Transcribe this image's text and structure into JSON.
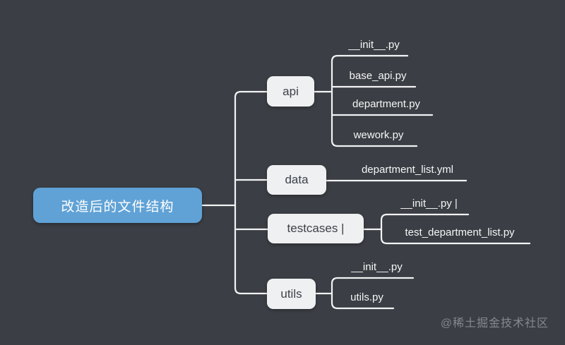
{
  "canvas": {
    "background": "#3b3e44",
    "line_color": "#f2f3f4"
  },
  "root": {
    "label": "改造后的文件结构",
    "color": "#60a2d6"
  },
  "branches": [
    {
      "label": "api",
      "children": [
        "__init__.py",
        "base_api.py",
        "department.py",
        "wework.py"
      ]
    },
    {
      "label": "data",
      "children": [
        "department_list.yml"
      ]
    },
    {
      "label": "testcases |",
      "children": [
        "__init__.py |",
        "test_department_list.py"
      ]
    },
    {
      "label": "utils",
      "children": [
        "__init__.py",
        "utils.py"
      ]
    }
  ],
  "watermark": {
    "label": "@稀土掘金技术社区"
  }
}
